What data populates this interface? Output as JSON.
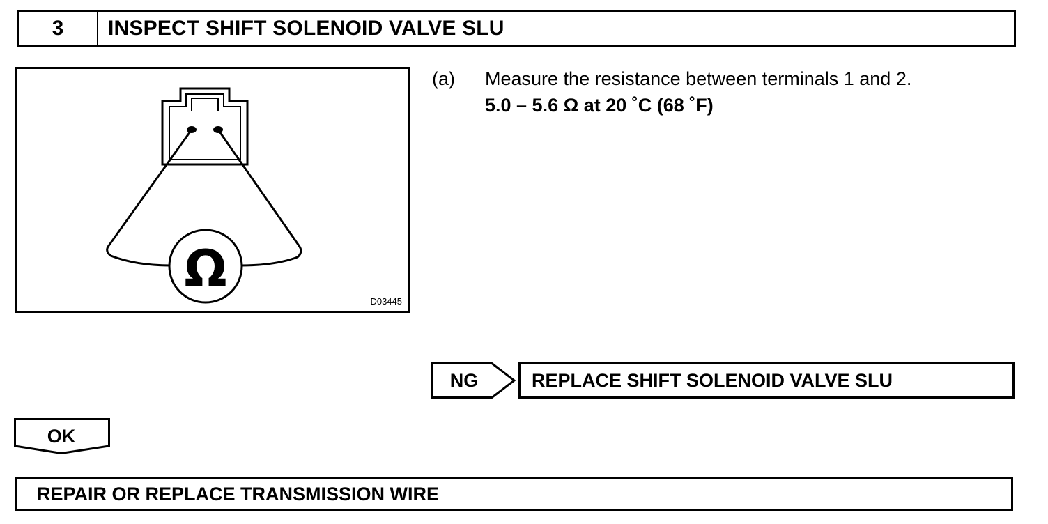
{
  "step": {
    "number": "3",
    "title": "INSPECT SHIFT SOLENOID VALVE SLU"
  },
  "figure": {
    "code": "D03445",
    "meter_symbol": "Ω"
  },
  "instruction": {
    "marker": "(a)",
    "text": "Measure the resistance between terminals 1 and 2.",
    "spec": "5.0 – 5.6 Ω at 20 ˚C (68 ˚F)"
  },
  "ng": {
    "label": "NG",
    "action": "REPLACE SHIFT SOLENOID VALVE SLU"
  },
  "ok": {
    "label": "OK"
  },
  "final": {
    "action": "REPAIR OR REPLACE TRANSMISSION WIRE"
  }
}
